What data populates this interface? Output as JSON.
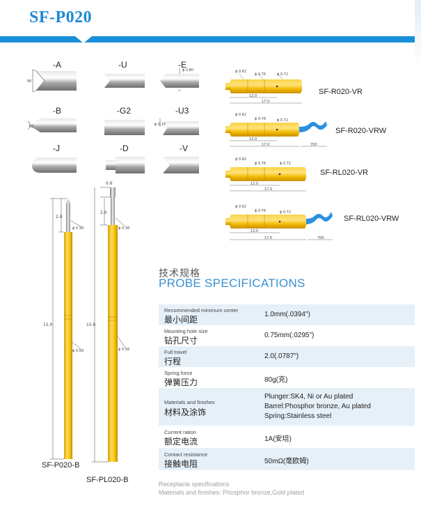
{
  "header": {
    "title": "SF-P020",
    "brand_color": "#1d8ad6"
  },
  "tips": [
    {
      "label": "-A",
      "icon": "tip-a-icon",
      "dims": [
        "90"
      ]
    },
    {
      "label": "-U",
      "icon": "tip-u-icon",
      "dims": []
    },
    {
      "label": "-E",
      "icon": "tip-e-icon",
      "dims": [
        "ϕ 0.80"
      ]
    },
    {
      "label": "-B",
      "icon": "tip-b-icon",
      "dims": [
        "60"
      ]
    },
    {
      "label": "-G2",
      "icon": "tip-g2-icon",
      "dims": []
    },
    {
      "label": "-U3",
      "icon": "tip-u3-icon",
      "dims": [
        "ϕ 0.15"
      ]
    },
    {
      "label": "-J",
      "icon": "tip-j-icon",
      "dims": []
    },
    {
      "label": "-D",
      "icon": "tip-d-icon",
      "dims": []
    },
    {
      "label": "-V",
      "icon": "tip-v-icon",
      "dims": []
    }
  ],
  "probes": {
    "p020": {
      "name": "SF-P020-B",
      "dim_tip": "2.0",
      "dim_length": "15.0",
      "dia_top": "ϕ 0.38",
      "dia_body": "ϕ 0.58"
    },
    "pl020": {
      "name": "SF-PL020-B",
      "dim_head": "0.6",
      "dim_tip": "2.0",
      "dim_length": "15.6",
      "dia_top": "ϕ 0.38",
      "dia_body": "ϕ 0.58"
    }
  },
  "receptacles": [
    {
      "name": "SF-R020-VR",
      "d1": "ϕ 0.62",
      "d2": "ϕ 0.76",
      "d3": "ϕ 0.72",
      "l1": "12.0",
      "l2": "17.0",
      "wire": ""
    },
    {
      "name": "SF-R020-VRW",
      "d1": "ϕ 0.62",
      "d2": "ϕ 0.76",
      "d3": "ϕ 0.72",
      "l1": "12.0",
      "l2": "17.0",
      "wire": "700"
    },
    {
      "name": "SF-RL020-VR",
      "d1": "ϕ 0.62",
      "d2": "ϕ 0.76",
      "d3": "ϕ 0.72",
      "l1": "12.0",
      "l2": "17.0",
      "wire": ""
    },
    {
      "name": "SF-RL020-VRW",
      "d1": "ϕ 0.62",
      "d2": "ϕ 0.76",
      "d3": "ϕ 0.72",
      "l1": "13.0",
      "l2": "17.0",
      "wire": "700"
    }
  ],
  "specs": {
    "heading_cn": "技术规格",
    "heading_en": "PROBE SPECIFICATIONS",
    "rows": [
      {
        "en": "Recommended minimum center",
        "cn": "最小间距",
        "values": [
          "1.0mm(.0394\")"
        ]
      },
      {
        "en": "Mounting hole size",
        "cn": "钻孔尺寸",
        "values": [
          "0.75mm(.0295\")"
        ]
      },
      {
        "en": "Full travel",
        "cn": "行程",
        "values": [
          "2.0(.0787\")"
        ]
      },
      {
        "en": "Spring force",
        "cn": "弹簧压力",
        "values": [
          "80g(克)"
        ]
      },
      {
        "en": "Materials and finishes",
        "cn": "材料及涂饰",
        "values": [
          "Plunger:SK4, Ni or Au plated",
          "Barrel:Phosphor bronze, Au plated",
          "Spring:Stainless steel"
        ]
      },
      {
        "en": "Current ration",
        "cn": "额定电流",
        "values": [
          "1A(安培)"
        ]
      },
      {
        "en": "Contact resistance",
        "cn": "接触电阻",
        "values": [
          "50mΩ(毫欧姆)"
        ]
      }
    ],
    "receptacle_title": "Receptacle specifications",
    "receptacle_materials": "Materials and finishes: Phosphor bronze,Gold plated"
  },
  "colors": {
    "gold": "#f5c000",
    "gold_dark": "#c99400",
    "steel": "#9a9a9a",
    "row_shade": "#e6f0f8",
    "accent": "#1a8fd9"
  }
}
